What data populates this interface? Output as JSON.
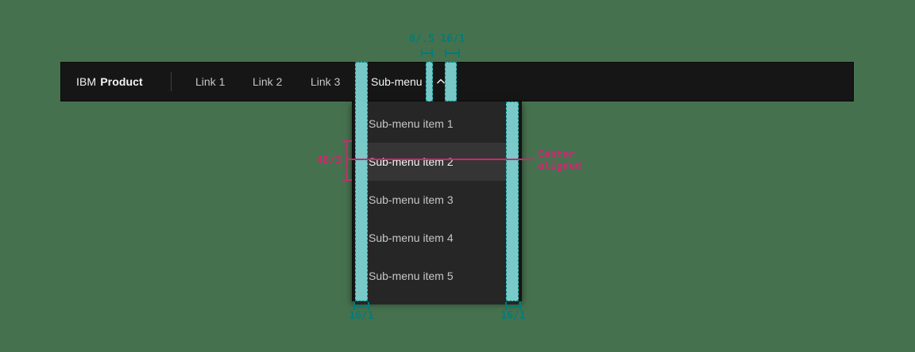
{
  "header": {
    "brand_prefix": "IBM",
    "brand_name": "Product",
    "links": [
      {
        "label": "Link 1"
      },
      {
        "label": "Link 2"
      },
      {
        "label": "Link 3"
      }
    ],
    "submenu": {
      "label": "Sub-menu",
      "icon": "chevron-up-icon",
      "state": "expanded"
    }
  },
  "menu": {
    "items": [
      {
        "label": "Sub-menu item 1",
        "state": "default"
      },
      {
        "label": "Sub-menu item 2",
        "state": "hover"
      },
      {
        "label": "Sub-menu item 3",
        "state": "default"
      },
      {
        "label": "Sub-menu item 4",
        "state": "default"
      },
      {
        "label": "Sub-menu item 5",
        "state": "default"
      }
    ]
  },
  "annotations": {
    "spacing_color": "#007d79",
    "spacing_fill_color": "#7fd7d5",
    "type_color": "#d02670",
    "top_gap_label": "8/.5",
    "top_right_padding_label": "16/1",
    "bottom_left_padding_label": "16/1",
    "bottom_right_padding_label": "16/1",
    "item_height_label": "48/3",
    "alignment_note": "Center aligned"
  },
  "colors": {
    "canvas_background": "#46714f",
    "header_background": "#161616",
    "menu_background": "#262626",
    "menu_hover_background": "#353535"
  }
}
